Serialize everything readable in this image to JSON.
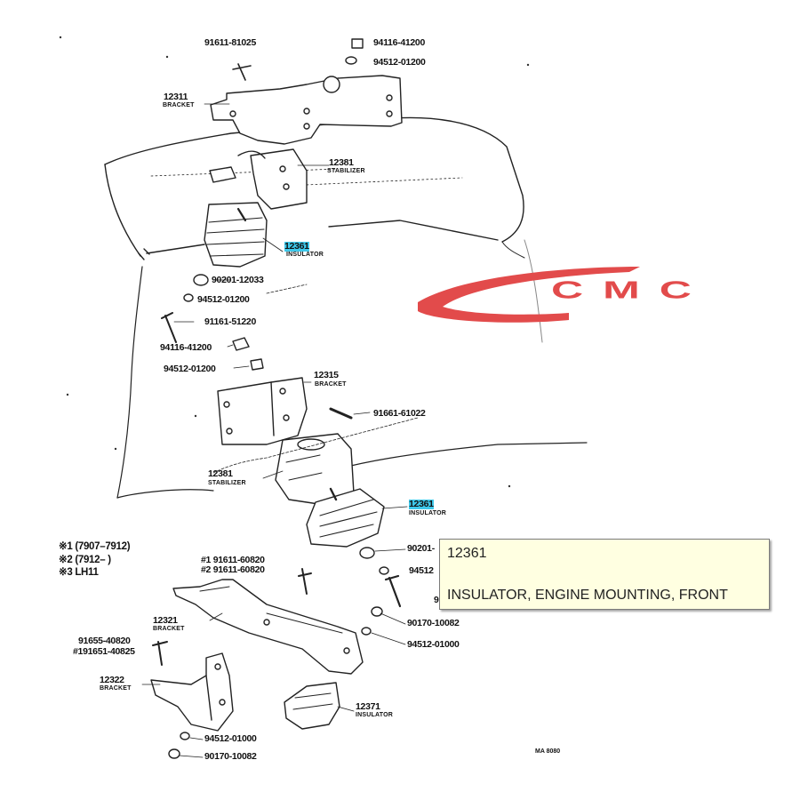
{
  "labels": {
    "p91611_81025": "91611-81025",
    "p94116_41200_top": "94116-41200",
    "p94512_01200_top": "94512-01200",
    "p12311": "12311",
    "n12311": "BRACKET",
    "p12381_top": "12381",
    "n12381_top": "STABILIZER",
    "p12361_top": "12361",
    "n12361_top": "INSULATOR",
    "p90201_12033": "90201-12033",
    "p94512_01200_mid": "94512-01200",
    "p91161_51220": "91161-51220",
    "p94116_41200_mid": "94116-41200",
    "p94512_01200_mid2": "94512-01200",
    "p12315": "12315",
    "n12315": "BRACKET",
    "p91661_61022": "91661-61022",
    "p12381_mid": "12381",
    "n12381_mid": "STABILIZER",
    "p12361_mid": "12361",
    "n12361_mid": "INSULATOR",
    "p90201_partial": "90201-",
    "p94512_partial": "94512",
    "p9_partial": "9",
    "p90170_10082_mid": "90170-10082",
    "p94512_01000_mid": "94512-01000",
    "p91611_60820": "#1 91611-60820",
    "p91611_60820b": "#2 91611-60820",
    "p12321": "12321",
    "n12321": "BRACKET",
    "p91655_40820": "91655-40820",
    "p91651_40825": "#191651-40825",
    "p12322": "12322",
    "n12322": "BRACKET",
    "p12371": "12371",
    "n12371": "INSULATOR",
    "p94512_01000_bot": "94512-01000",
    "p90170_10082_bot": "90170-10082",
    "corner_code": "MA 8080"
  },
  "legend": {
    "line1": "※1 (7907–7912)",
    "line2": "※2 (7912–     )",
    "line3": "※3 LH11"
  },
  "logo": {
    "text": "CMC",
    "color": "#e24b4b"
  },
  "tooltip": {
    "part_number": "12361",
    "description": "INSULATOR, ENGINE MOUNTING, FRONT"
  },
  "colors": {
    "highlight": "#3ec8ea",
    "tooltip_bg": "#ffffe1"
  }
}
